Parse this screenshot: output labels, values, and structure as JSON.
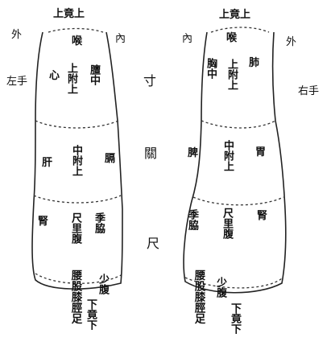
{
  "left": {
    "top_label": "上竟上",
    "outer": "外",
    "inner": "內",
    "hand": "左手",
    "cun": {
      "heart": "心",
      "center": "上附上",
      "right": "膻中",
      "throat": "喉"
    },
    "guan": {
      "left": "肝",
      "center": "中附上",
      "right": "膈"
    },
    "chi": {
      "left": "腎",
      "center": "尺里腹",
      "right": "季脇"
    },
    "lower": {
      "abdomen": "少腹",
      "legs": "腰股膝脛足",
      "bottom": "下竟下"
    }
  },
  "right": {
    "top_label": "上竟上",
    "inner": "內",
    "outer": "外",
    "hand": "右手",
    "cun": {
      "chest": "胸中",
      "center": "上附上",
      "lung": "肺",
      "throat": "喉"
    },
    "guan": {
      "left": "脾",
      "center": "中附上",
      "right": "胃"
    },
    "chi": {
      "left": "季脇",
      "center": "尺里腹",
      "right": "腎"
    },
    "lower": {
      "abdomen": "少腹",
      "legs": "腰股膝脛足",
      "bottom": "下竟下"
    }
  },
  "positions": {
    "cun": "寸",
    "guan": "關",
    "chi": "尺"
  }
}
